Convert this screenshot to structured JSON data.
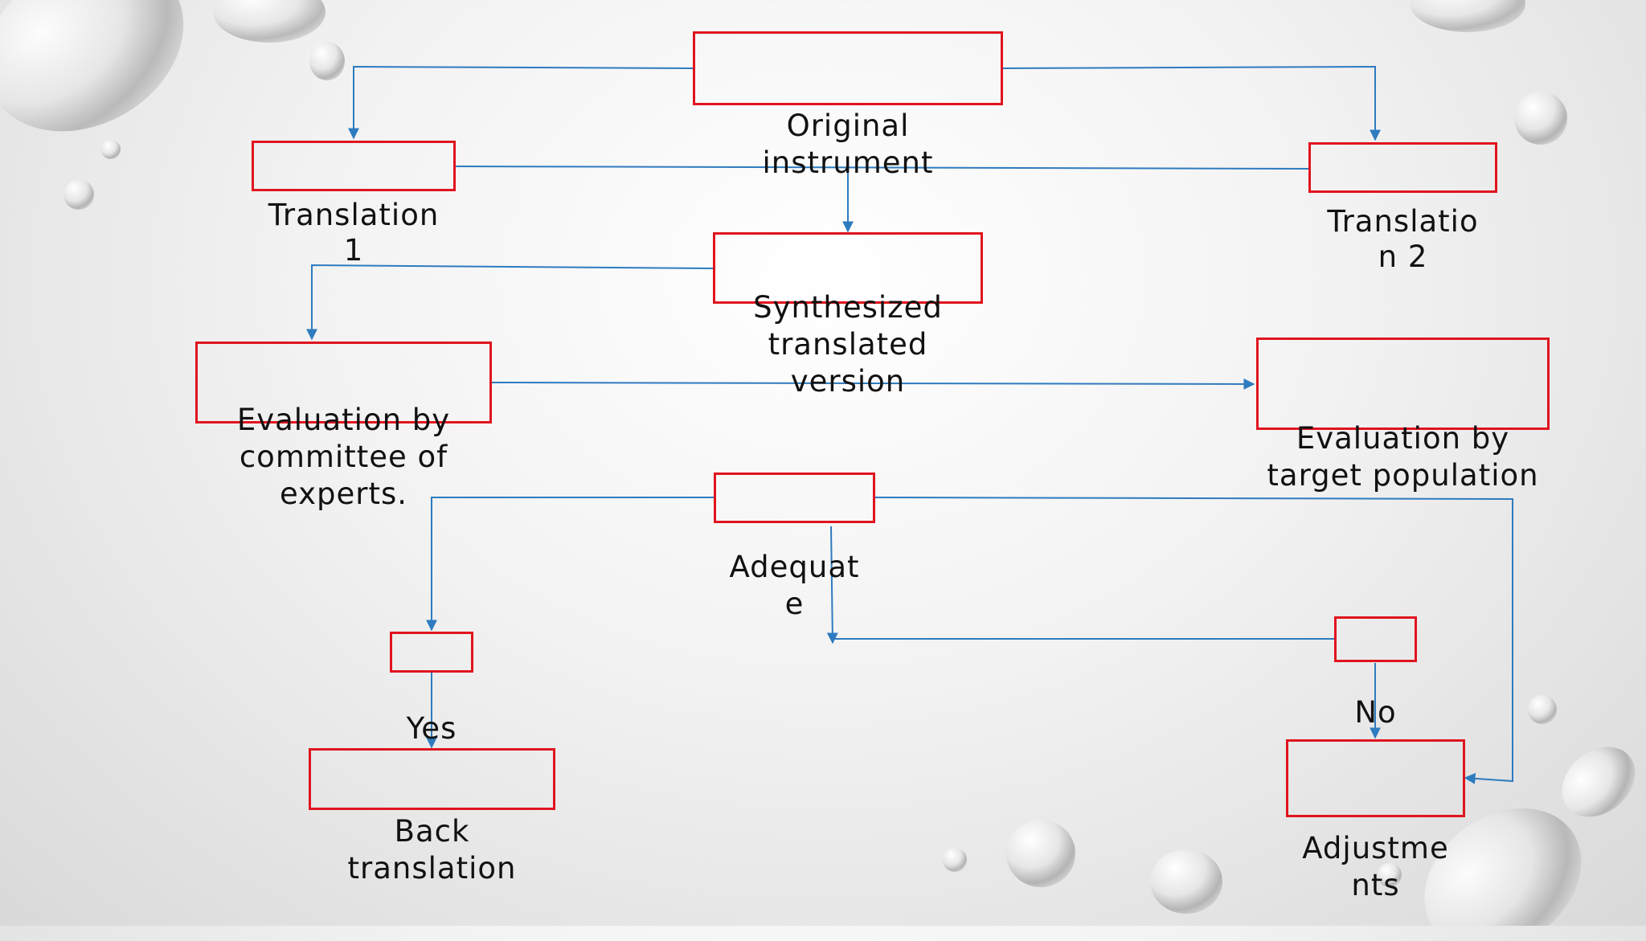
{
  "diagram": {
    "nodes": {
      "original": "Original\ninstrument",
      "translation1": "Translation\n1",
      "translation2": "Translatio\nn 2",
      "synthesized": "Synthesized\ntranslated\nversion",
      "evaluation_experts": "Evaluation by\ncommittee of\nexperts.",
      "evaluation_population": "Evaluation by\ntarget population",
      "adequate": "Adequat\ne",
      "yes": "Yes",
      "no": "No",
      "back_translation": "Back\ntranslation",
      "adjustments": "Adjustme\nnts"
    },
    "colors": {
      "box_border": "#e0141e",
      "arrow": "#2e7bbf",
      "text": "#111111"
    }
  }
}
